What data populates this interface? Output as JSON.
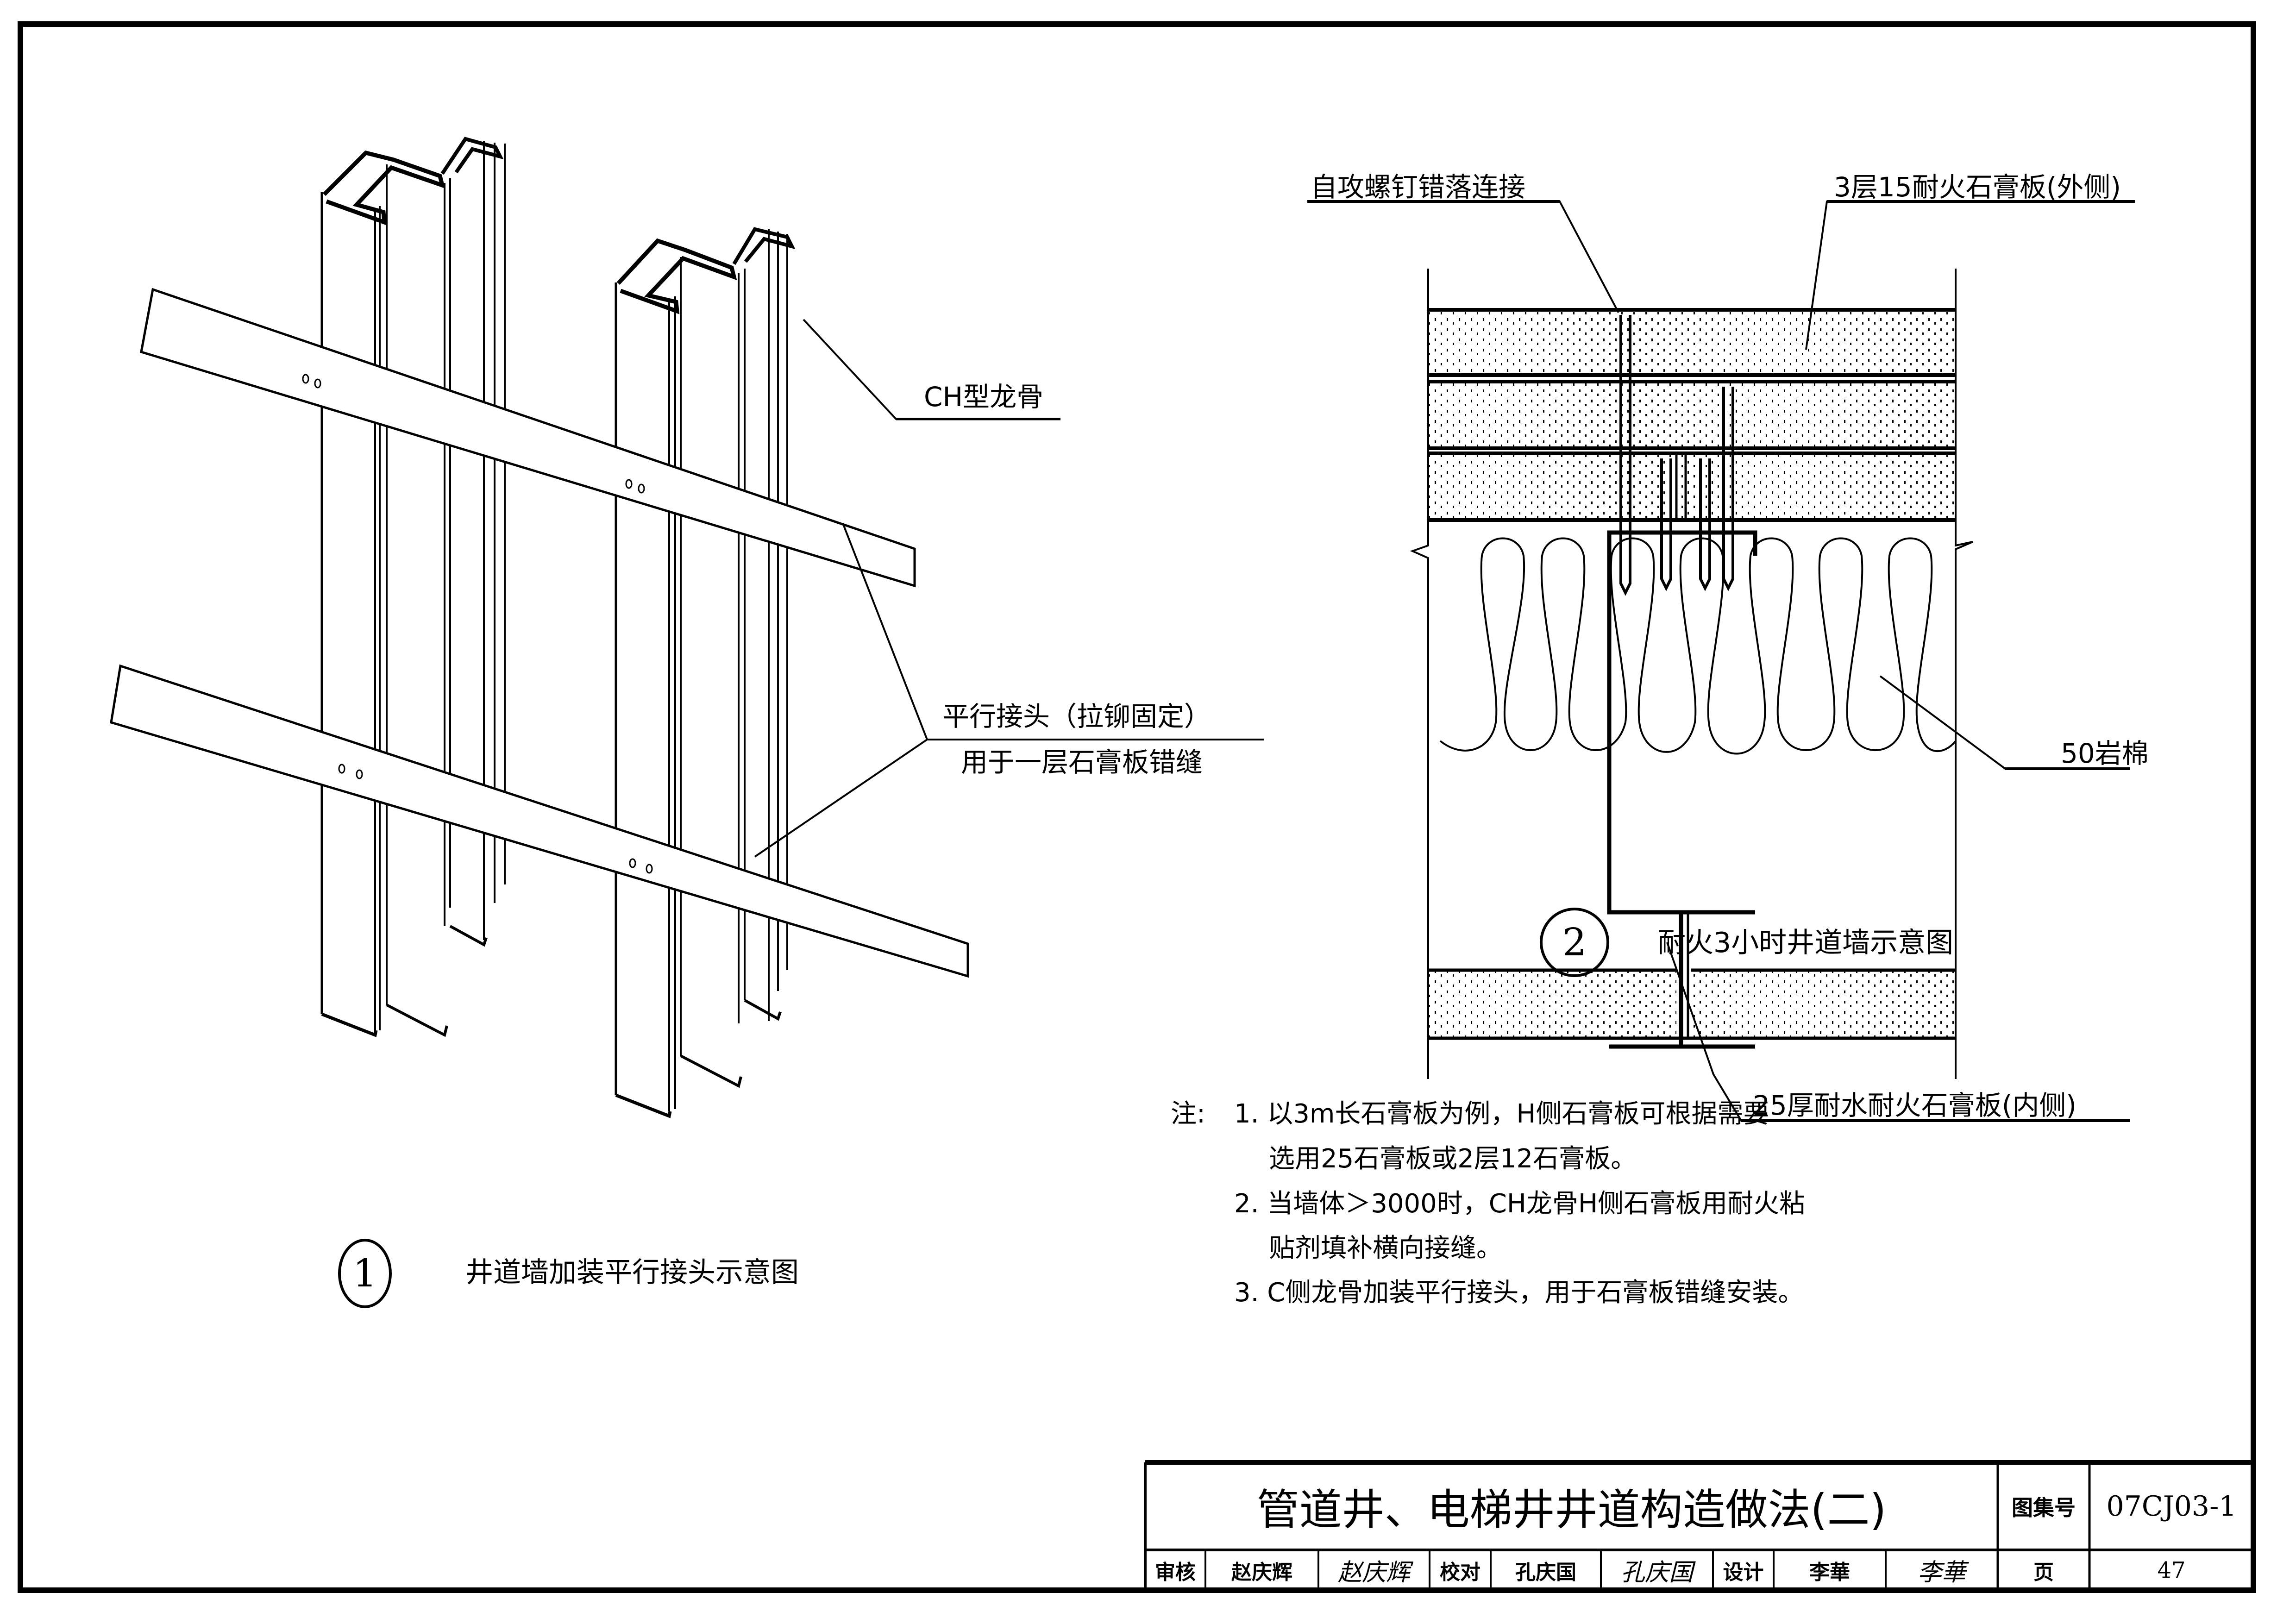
{
  "figure1": {
    "number": "1",
    "caption": "井道墙加装平行接头示意图",
    "label_stud": "CH型龙骨",
    "label_joint_line1": "平行接头（拉铆固定）",
    "label_joint_line2": "用于一层石膏板错缝"
  },
  "figure2": {
    "number": "2",
    "caption": "耐火3小时井道墙示意图",
    "label_screws": "自攻螺钉错落连接",
    "label_outer_board": "3层15耐火石膏板(外侧)",
    "label_insulation": "50岩棉",
    "label_inner_board": "25厚耐水耐火石膏板(内侧)"
  },
  "notes": {
    "prefix": "注:",
    "items": [
      "1. 以3m长石膏板为例，H侧石膏板可根据需要",
      "选用25石膏板或2层12石膏板。",
      "2. 当墙体＞3000时，CH龙骨H侧石膏板用耐火粘",
      "贴剂填补横向接缝。",
      "3. C侧龙骨加装平行接头，用于石膏板错缝安装。"
    ]
  },
  "title_block": {
    "title": "管道井、电梯井井道构造做法(二)",
    "atlas_label": "图集号",
    "atlas_number": "07CJ03-1",
    "page_label": "页",
    "page_number": "47",
    "review_label": "审核",
    "reviewer": "赵庆辉",
    "reviewer_signature": "赵庆辉",
    "check_label": "校对",
    "checker": "孔庆国",
    "checker_signature": "孔庆国",
    "design_label": "设计",
    "designer": "李華",
    "designer_signature": "李華"
  },
  "colors": {
    "ink": "#000000",
    "paper": "#ffffff"
  }
}
